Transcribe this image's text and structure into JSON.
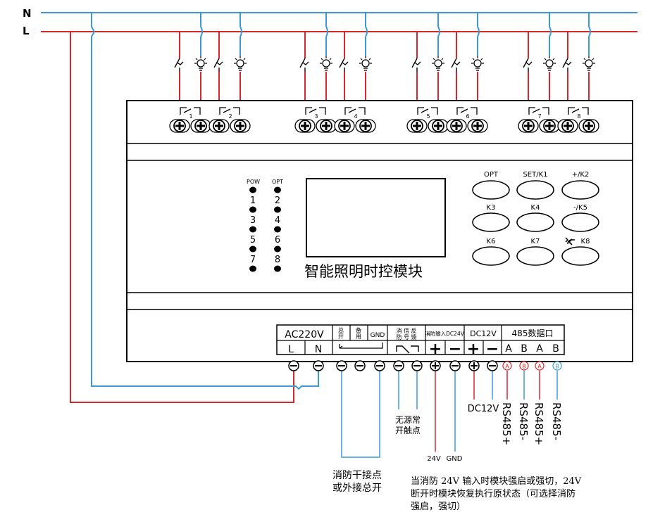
{
  "bus": {
    "n": "N",
    "l": "L"
  },
  "colors": {
    "live": "#d9262c",
    "neutral": "#3a9ad9",
    "line": "#000000",
    "bg": "#ffffff"
  },
  "relays": [
    {
      "ch": "1"
    },
    {
      "ch": "2"
    },
    {
      "ch": "3"
    },
    {
      "ch": "4"
    },
    {
      "ch": "5"
    },
    {
      "ch": "6"
    },
    {
      "ch": "7"
    },
    {
      "ch": "8"
    }
  ],
  "indicators": {
    "pow": "POW",
    "opt": "OPT",
    "left": [
      "1",
      "3",
      "5",
      "7"
    ],
    "right": [
      "2",
      "4",
      "6",
      "8"
    ]
  },
  "module_name": "智能照明时控模块",
  "keys": {
    "opt": "OPT",
    "set": "SET/K1",
    "plus": "+/K2",
    "k3": "K3",
    "k4": "K4",
    "minus": "-/K5",
    "k6": "K6",
    "k7": "K7",
    "back": "K8"
  },
  "terminal_block": {
    "ac": "AC220V",
    "l": "L",
    "n": "N",
    "master_a": "总",
    "master_b": "开",
    "spare_a": "备",
    "spare_b": "用",
    "gnd": "GND",
    "fire_a": "消 信 反",
    "fire_b": "防 号 馈",
    "fire_in": "消防输入DC24V",
    "dc": "DC12V",
    "rs485": "485数据口",
    "plus": "+",
    "minus": "−",
    "a": "A",
    "b": "B"
  },
  "pin_labels": {
    "a": "A",
    "b": "B"
  },
  "annotations": {
    "dry_contact_a": "无源常",
    "dry_contact_b": "开触点",
    "v24": "24V",
    "gnd": "GND",
    "dc12": "DC12V",
    "rs485_pa": "RS485+",
    "rs485_ma": "RS485-",
    "rs485_pb": "RS485+",
    "rs485_mb": "RS485-",
    "fire_dry_a": "消防干接点",
    "fire_dry_b": "或外接总开",
    "note_1": "当消防 24V 输入时模块强启或强切，24V",
    "note_2": "断开时模块恢复执行原状态（可选择消防",
    "note_3": "强启，强切）"
  }
}
